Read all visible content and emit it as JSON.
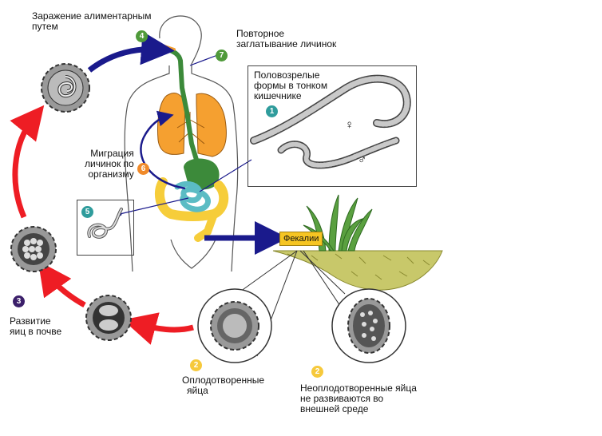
{
  "labels": {
    "infection_line1": "Заражение алиментарным",
    "infection_line2": "путем",
    "reswallow_line1": "Повторное",
    "reswallow_line2": "заглатывание личинок",
    "adults_line1": "Половозрелые",
    "adults_line2": "формы в тонком",
    "adults_line3": "кишечнике",
    "migration_line1": "Миграция",
    "migration_line2": "личинок по",
    "migration_line3": "организму",
    "feces": "Фекалии",
    "development_line1": "Развитие",
    "development_line2": "яиц в почве",
    "fertilized_line1": "Оплодотворенные",
    "fertilized_line2": "яйца",
    "unfertilized_line1": "Неоплодотворенные яйца",
    "unfertilized_line2": "не развиваются во",
    "unfertilized_line3": "внешней среде",
    "female_symbol": "♀",
    "male_symbol": "♂"
  },
  "steps": {
    "s1": "1",
    "s2a": "2",
    "s2b": "2",
    "s3": "3",
    "s4": "4",
    "s5": "5",
    "s6": "6",
    "s7": "7"
  },
  "colors": {
    "lungs": "#f5a030",
    "trachea": "#3c8a3a",
    "intestine_small": "#5bbcc4",
    "intestine_large": "#f6cd3a",
    "red_arrow": "#ee1d24",
    "blue_arrow": "#1a1a8c",
    "soil": "#c8c86a"
  }
}
